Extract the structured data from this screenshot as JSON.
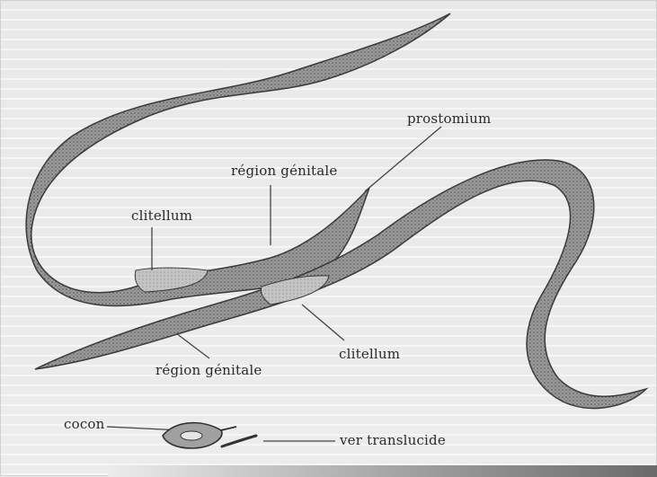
{
  "labels": {
    "prostomium": "prostomium",
    "region_genitale_top": "région génitale",
    "clitellum_left": "clitellum",
    "clitellum_right": "clitellum",
    "region_genitale_bottom": "région génitale",
    "cocon": "cocon",
    "ver_translucide": "ver translucide"
  },
  "colors": {
    "worm_fill": "#8e8e8e",
    "worm_stroke": "#3a3a3a",
    "leader": "#444444",
    "text": "#2a2a2a"
  }
}
